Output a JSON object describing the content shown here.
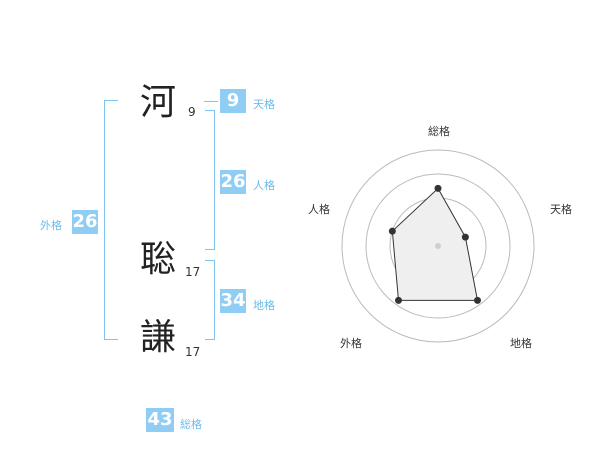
{
  "name": {
    "chars": [
      {
        "char": "河",
        "strokes": "9"
      },
      {
        "char": "聡",
        "strokes": "17"
      },
      {
        "char": "謙",
        "strokes": "17"
      }
    ]
  },
  "fortunes": {
    "tenkaku": {
      "value": "9",
      "label": "天格"
    },
    "jinkaku": {
      "value": "26",
      "label": "人格"
    },
    "chikaku": {
      "value": "34",
      "label": "地格"
    },
    "gaikaku": {
      "value": "26",
      "label": "外格"
    },
    "soukaku": {
      "value": "43",
      "label": "総格"
    }
  },
  "colors": {
    "accent": "#8fcdf5",
    "bracket": "#7fc4f0",
    "label": "#6dbbe8"
  },
  "chart_data": {
    "type": "radar",
    "axes": [
      "総格",
      "天格",
      "地格",
      "外格",
      "人格"
    ],
    "values": [
      0.6,
      0.3,
      0.7,
      0.7,
      0.5
    ],
    "rings": 4
  }
}
